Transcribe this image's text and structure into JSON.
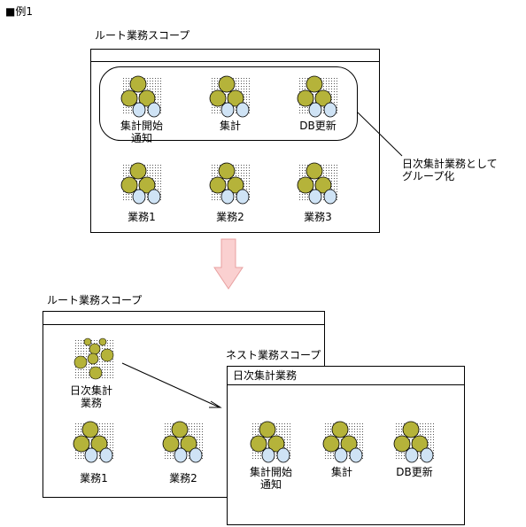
{
  "heading": "■例1",
  "top": {
    "scope_title": "ルート業務スコープ",
    "group_items": [
      "集計開始\n通知",
      "集計",
      "DB更新"
    ],
    "items": [
      "業務1",
      "業務2",
      "業務3"
    ],
    "callout": "日次集計業務として\nグループ化"
  },
  "bottom": {
    "root_scope_title": "ルート業務スコープ",
    "nested_item": "日次集計\n業務",
    "items": [
      "業務1",
      "業務2"
    ],
    "nested_scope_title": "ネスト業務スコープ",
    "nested_window_title": "日次集計業務",
    "nested_items": [
      "集計開始\n通知",
      "集計",
      "DB更新"
    ]
  },
  "colors": {
    "olive": "#B5B33A",
    "lightblue": "#CFE3F5",
    "arrow_fill": "#FAD0D0",
    "arrow_stroke": "#E8A0A0"
  }
}
